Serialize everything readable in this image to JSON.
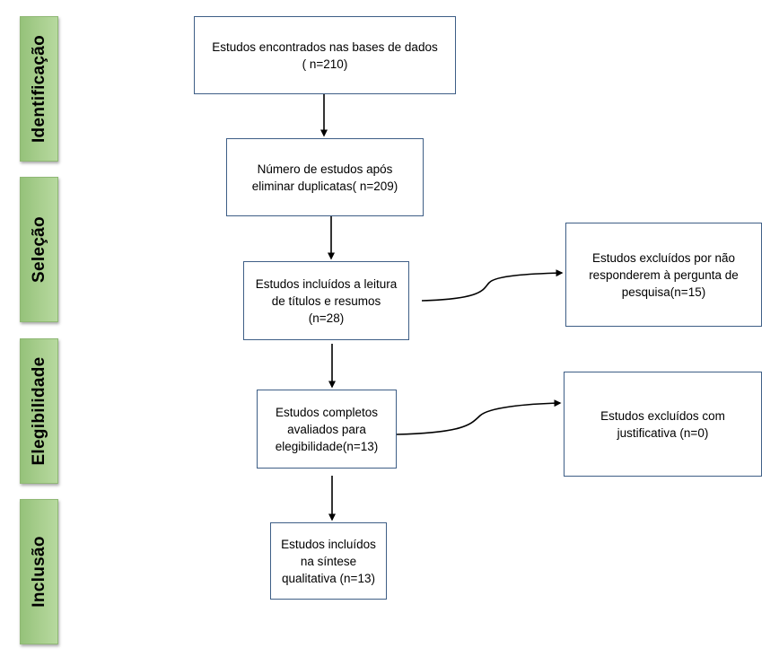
{
  "stages": {
    "identificacao": "Identificação",
    "selecao": "Seleção",
    "elegibilidade": "Elegibilidade",
    "inclusao": "Inclusão"
  },
  "boxes": {
    "identified": "Estudos encontrados nas bases de dados\n( n=210)",
    "no_duplicates": "Número de estudos após\neliminar duplicatas( n=209)",
    "screened": "Estudos incluídos a leitura\nde títulos e resumos\n(n=28)",
    "eligible": "Estudos completos\navaliados para\nelegibilidade(n=13)",
    "included": "Estudos incluídos\nna síntese\nqualitativa (n=13)",
    "excluded_screening": "Estudos excluídos por não\nresponderem à pergunta de\npesquisa(n=15)",
    "excluded_eligibility": "Estudos excluídos com\njustificativa (n=0)"
  },
  "colors": {
    "stage_fill": "#a9cf8f",
    "box_border": "#3e5e86",
    "arrow": "#000000"
  }
}
